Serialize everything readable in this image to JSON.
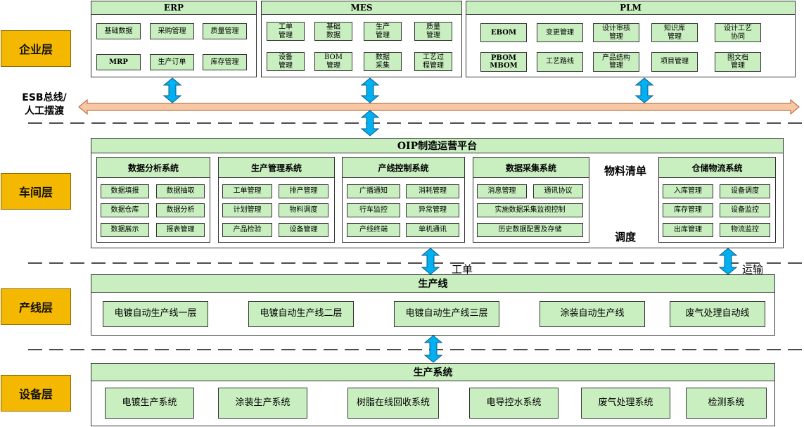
{
  "layers": {
    "enterprise": "企业层",
    "workshop": "车间层",
    "production_line": "产线层",
    "equipment": "设备层"
  },
  "esb_label": [
    "ESB总线/",
    "人工摆渡"
  ],
  "erp": {
    "title": "ERP",
    "items": [
      "基础数据",
      "采购管理",
      "质量管理",
      "MRP",
      "生产订单",
      "库存管理"
    ]
  },
  "mes": {
    "title": "MES",
    "items": [
      "工单\n管理",
      "基础\n数据",
      "生产\n管理",
      "质量\n管理",
      "设备\n管理",
      "BOM\n管理",
      "数据\n采集",
      "工艺过\n程管理"
    ]
  },
  "plm": {
    "title": "PLM",
    "items": [
      "EBOM",
      "变更管理",
      "设计审核\n管理",
      "知识库\n管理",
      "设计工艺\n协同",
      "PBOM\nMBOM",
      "工艺路线",
      "产品结构\n管理",
      "项目管理",
      "图文档\n管理"
    ]
  },
  "oip": {
    "title": "OIP制造运营平台",
    "data_analysis": {
      "title": "数据分析系统",
      "items": [
        "数据填报",
        "数据抽取",
        "数据仓库",
        "数据分析",
        "数据展示",
        "报表管理"
      ]
    },
    "production_mgmt": {
      "title": "生产管理系统",
      "items": [
        "工单管理",
        "排产管理",
        "计划管理",
        "物料调度",
        "产品检验",
        "设备管理"
      ]
    },
    "line_control": {
      "title": "产线控制系统",
      "items": [
        "广播通知",
        "消耗管理",
        "行车监控",
        "异常管理",
        "产线终端",
        "单机通讯"
      ]
    },
    "data_collection": {
      "title": "数据采集系统",
      "items": [
        "消息管理",
        "通讯协议",
        "实施数据采集监视控制",
        "历史数据配置及存储"
      ]
    },
    "material_label": "物料清单",
    "dispatch_label": "调度",
    "warehouse": {
      "title": "仓储物流系统",
      "items": [
        "入库管理",
        "设备调度",
        "库存管理",
        "设备监控",
        "出库管理",
        "物流监控"
      ]
    }
  },
  "work_order_label": "工单",
  "transport_label": "运输",
  "production_line": {
    "title": "生产线",
    "items": [
      "电镀自动生产线一层",
      "电镀自动生产线二层",
      "电镀自动生产线三层",
      "涂装自动生产线",
      "废气处理自动线"
    ]
  },
  "production_system": {
    "title": "生产系统",
    "items": [
      "电镀生产系统",
      "涂装生产系统",
      "树脂在线回收系统",
      "电导控水系统",
      "废气处理系统",
      "检测系统"
    ]
  },
  "colors": {
    "layer_fill": "#f5b800",
    "box_fill": "#c9efc0",
    "arrow_fill": "#00b0f0",
    "bus_fill": "#f8c8a4"
  }
}
